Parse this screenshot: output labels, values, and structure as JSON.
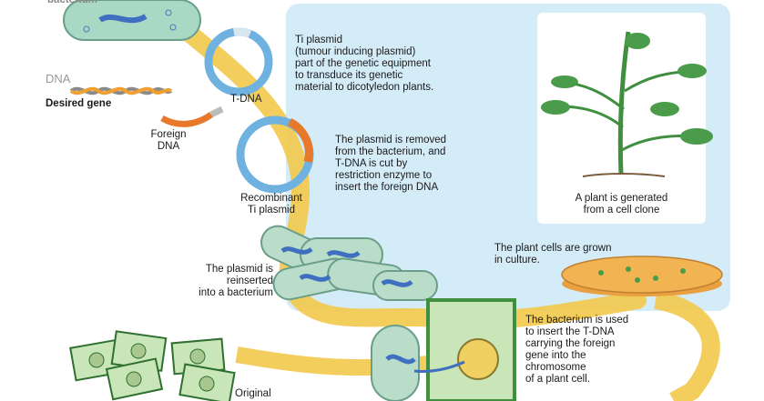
{
  "labels": {
    "bacterium": "bacterium",
    "dna": "DNA",
    "desired_gene": "Desired gene",
    "t_dna": "T-DNA",
    "foreign_dna": [
      "Foreign",
      "DNA"
    ],
    "recombinant": [
      "Recombinant",
      "Ti plasmid"
    ],
    "plasmid_reinserted": [
      "The plasmid is",
      "reinserted",
      "into a bacterium"
    ],
    "original": "Original"
  },
  "notes": {
    "ti_plasmid": [
      "Ti plasmid",
      "(tumour inducing plasmid)",
      "part of the genetic equipment",
      "to transduce its genetic",
      "material to dicotyledon plants."
    ],
    "plasmid_removed": [
      "The plasmid is removed",
      "from the bacterium, and",
      "T-DNA is cut by",
      "restriction enzyme to",
      "insert the foreign DNA"
    ],
    "plant_generated": [
      "A plant is generated",
      "from a cell clone"
    ],
    "cells_grown": [
      "The plant cells are grown",
      "in culture."
    ],
    "bacterium_used": [
      "The bacterium is used",
      "to insert the T-DNA",
      "carrying the foreign",
      "gene into the",
      "chromosome",
      "of a plant cell."
    ]
  },
  "colors": {
    "flow": "#f5c842",
    "panel": "#cfe8f7",
    "plasmid": "#6fb2e0",
    "insert": "#e8782a",
    "cell": "#bfe3b0",
    "plant": "#3f8f3f"
  }
}
